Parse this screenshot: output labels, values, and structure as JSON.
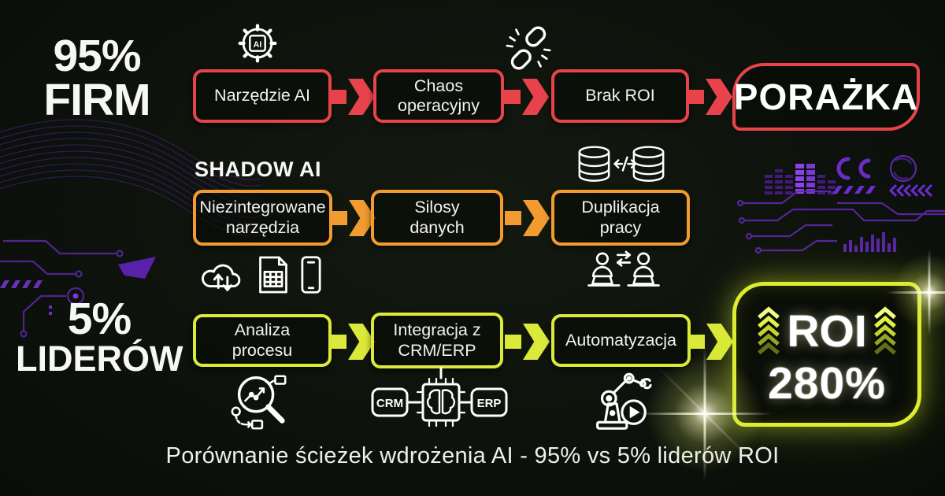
{
  "colors": {
    "background": "#0d120c",
    "failure_red": "#e8434b",
    "shadow_orange": "#f19b30",
    "leader_yellow": "#dbe93a",
    "circuit_purple": "#6d2fbe",
    "text_white": "#f5f5f2"
  },
  "caption": "Porównanie ścieżek wdrożenia AI - 95% vs 5% liderów ROI",
  "rows": {
    "failure": {
      "label_value": "95%",
      "label_name": "FIRM",
      "steps": [
        {
          "lines": [
            "Narzędzie AI"
          ]
        },
        {
          "lines": [
            "Chaos",
            "operacyjny"
          ]
        },
        {
          "lines": [
            "Brak ROI"
          ]
        }
      ],
      "result": "PORAŻKA"
    },
    "shadow": {
      "label": "SHADOW AI",
      "steps": [
        {
          "lines": [
            "Niezintegrowane",
            "narzędzia"
          ]
        },
        {
          "lines": [
            "Silosy",
            "danych"
          ]
        },
        {
          "lines": [
            "Duplikacja",
            "pracy"
          ]
        }
      ]
    },
    "leaders": {
      "label_value": "5%",
      "label_name": "LIDERÓW",
      "steps": [
        {
          "lines": [
            "Analiza",
            "procesu"
          ]
        },
        {
          "lines": [
            "Integracja z",
            "CRM/ERP"
          ]
        },
        {
          "lines": [
            "Automatyzacja"
          ]
        }
      ],
      "result_line1": "ROI",
      "result_line2": "280%"
    }
  },
  "icons": {
    "ai_chip_gear": {
      "name": "ai-chip-gear-icon",
      "chip_label": "AI"
    },
    "broken_link": {
      "name": "broken-link-icon"
    },
    "database_sync": {
      "name": "database-sync-icon"
    },
    "cloud_sync": {
      "name": "cloud-sync-icon"
    },
    "spreadsheet": {
      "name": "spreadsheet-icon"
    },
    "smartphone": {
      "name": "smartphone-icon"
    },
    "workers_exchange": {
      "name": "workers-exchange-icon"
    },
    "analysis_magnifier": {
      "name": "analysis-magnifier-icon"
    },
    "integration_chip": {
      "name": "crm-brain-erp-icon",
      "crm_label": "CRM",
      "erp_label": "ERP"
    },
    "robot_arm": {
      "name": "robot-arm-play-icon"
    },
    "growth_chevrons": {
      "name": "growth-chevrons-icon"
    }
  }
}
